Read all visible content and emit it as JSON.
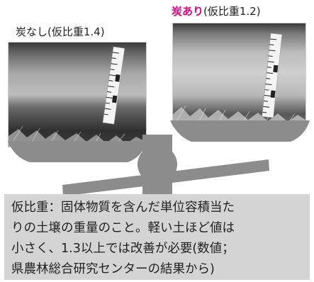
{
  "left_sample": {
    "label": "炭なし(仮比重1.4)"
  },
  "right_sample": {
    "label_highlight": "炭あり",
    "label_rest": "(仮比重1.2)"
  },
  "caption": {
    "lines": [
      "仮比重：固体物質を含んだ単位容積当た",
      "りの土壌の重量のこと。軽い土ほど値は",
      "小さく、1.3以上では改善が必要(数値；",
      "県農林総合研究センターの結果から)"
    ]
  },
  "colors": {
    "accent": "#e4007f",
    "scale": "#8c8c8c",
    "caption_bg": "#d4d4d4"
  }
}
